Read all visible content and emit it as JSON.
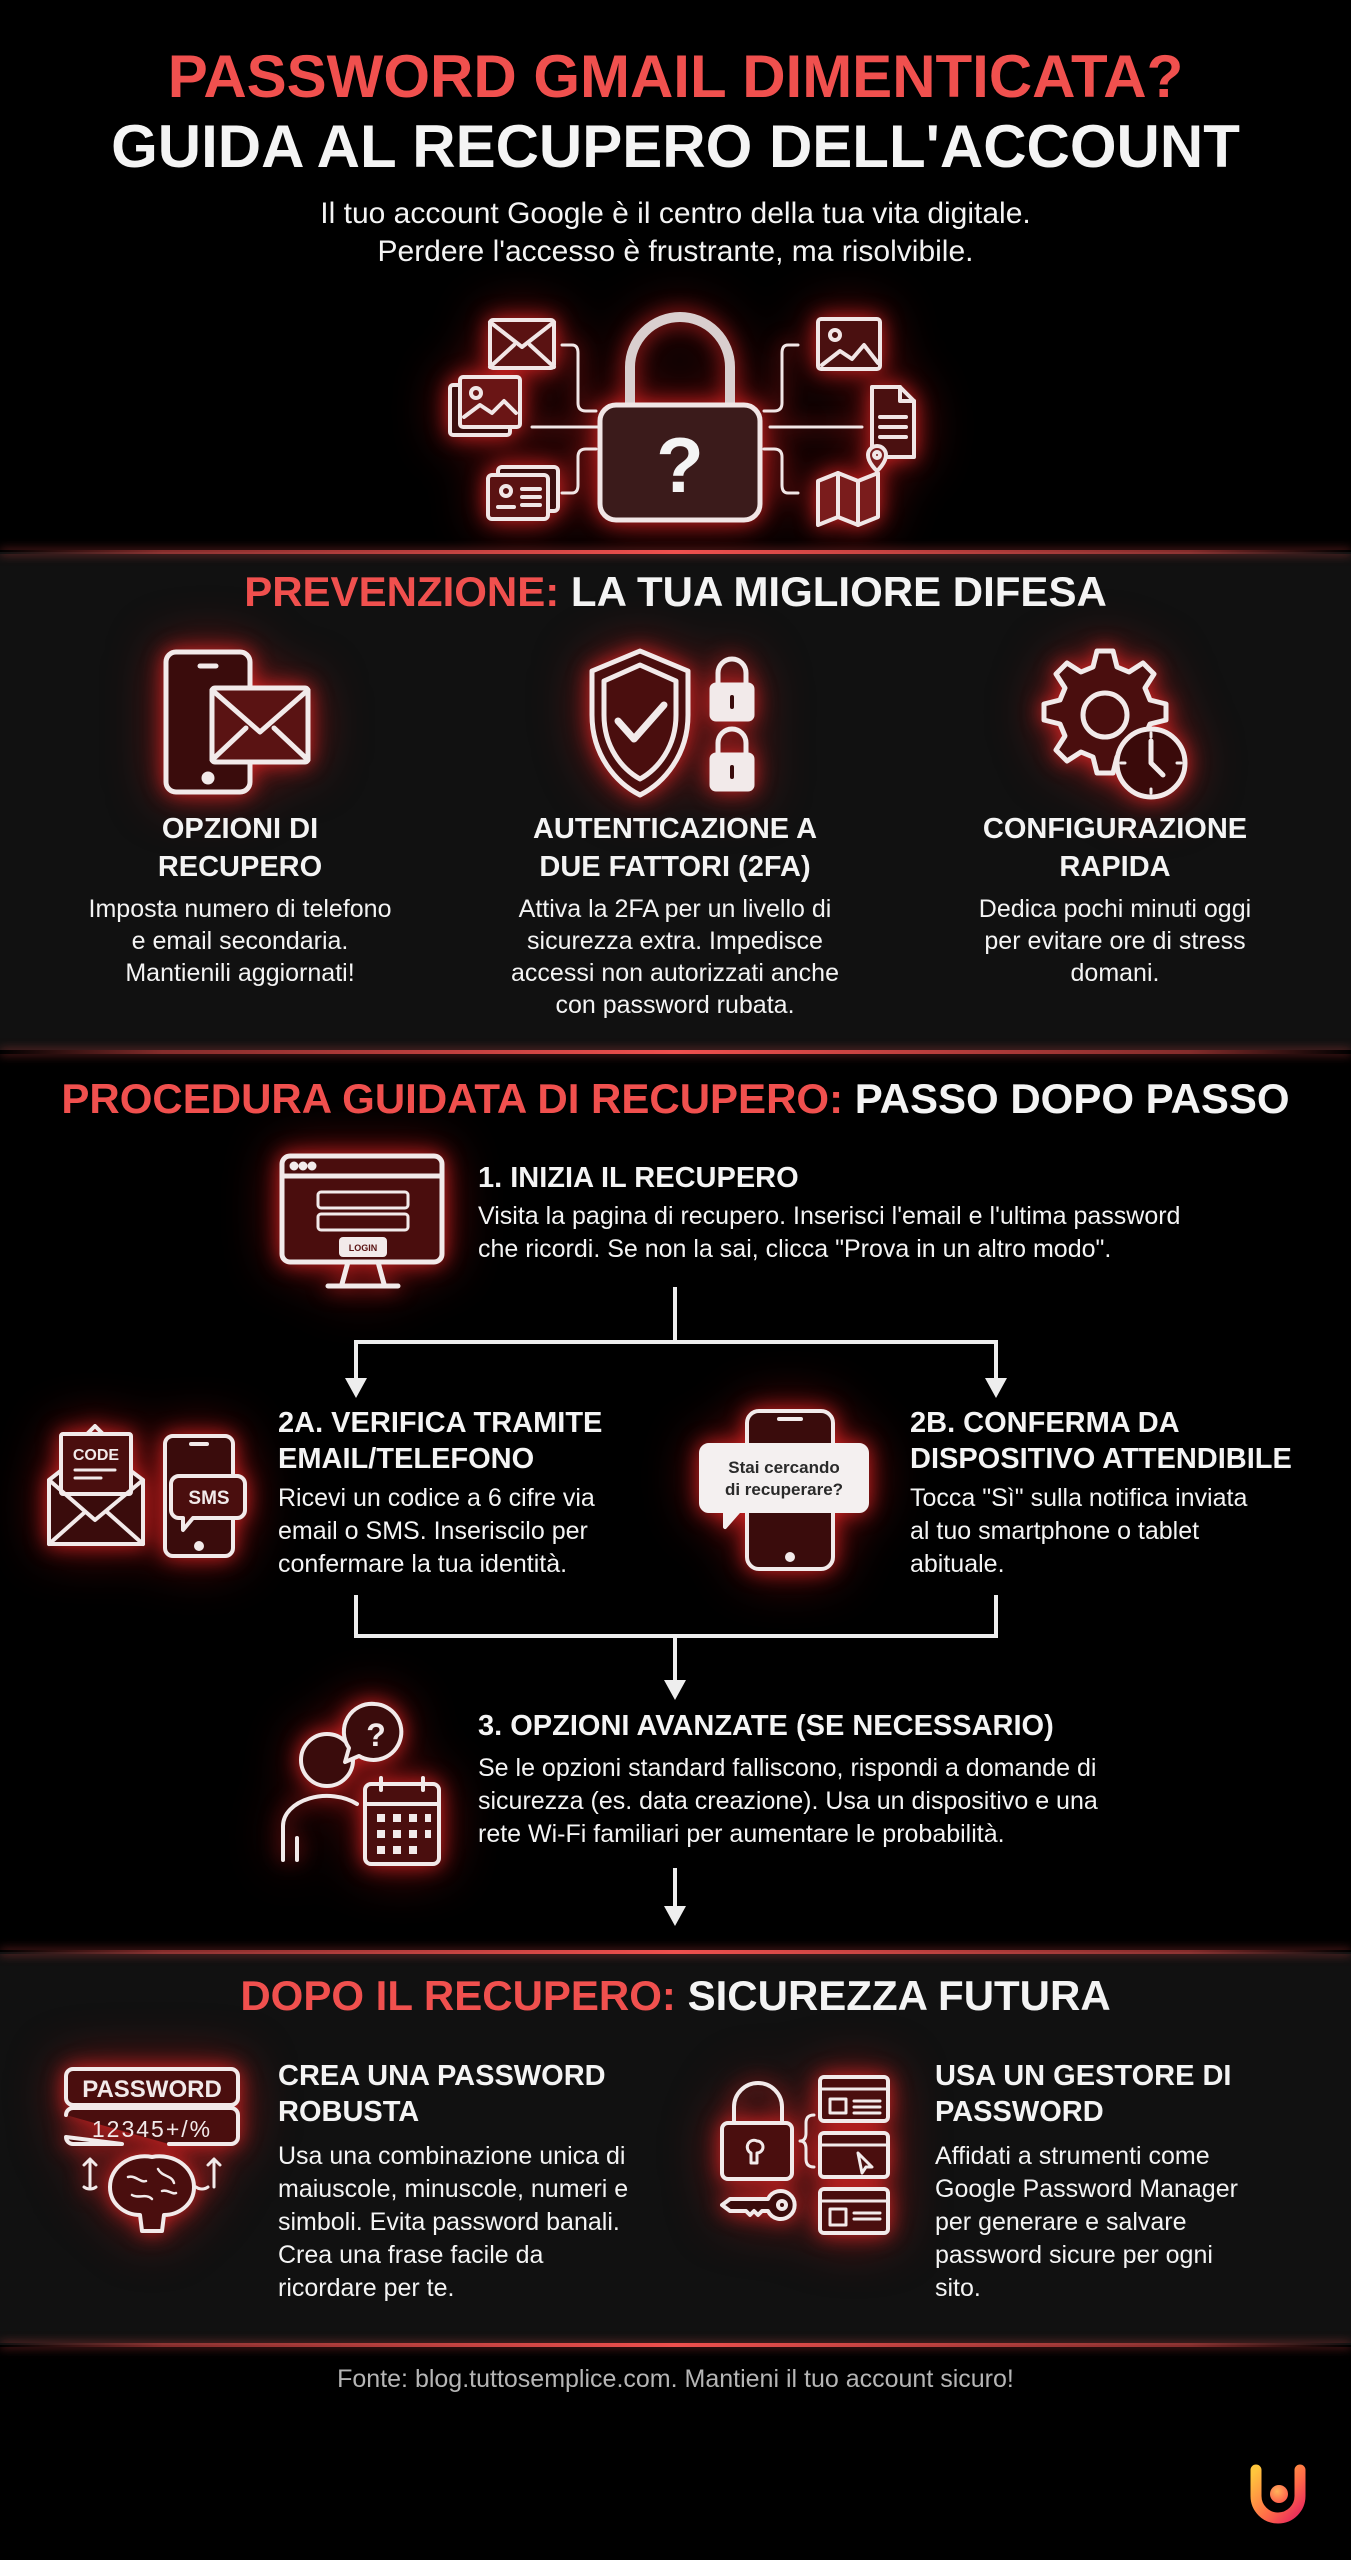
{
  "header": {
    "title_line1": "PASSWORD GMAIL DIMENTICATA?",
    "title_line2": "GUIDA AL RECUPERO DELL'ACCOUNT",
    "intro_line1": "Il tuo account Google è il centro della tua vita digitale.",
    "intro_line2": "Perdere l'accesso è frustrante, ma risolvibile.",
    "hero_icons": [
      "mail-icon",
      "photos-icon",
      "contact-card-icon",
      "padlock-question-icon",
      "image-icon",
      "document-icon",
      "map-pin-icon"
    ],
    "hero_question": "?"
  },
  "prevention": {
    "heading_red": "PREVENZIONE:",
    "heading_white": "LA TUA MIGLIORE DIFESA",
    "cards": [
      {
        "icon": "phone-mail-icon",
        "title_line1": "OPZIONI DI",
        "title_line2": "RECUPERO",
        "text": [
          "Imposta numero di telefono",
          "e email secondaria.",
          "Mantienili aggiornati!"
        ]
      },
      {
        "icon": "shield-check-locks-icon",
        "title_line1": "AUTENTICAZIONE A",
        "title_line2": "DUE FATTORI (2FA)",
        "text": [
          "Attiva la 2FA per un livello di",
          "sicurezza extra. Impedisce",
          "accessi non autorizzati anche",
          "con password rubata."
        ]
      },
      {
        "icon": "gear-clock-icon",
        "title_line1": "CONFIGURAZIONE",
        "title_line2": "RAPIDA",
        "text": [
          "Dedica pochi minuti oggi",
          "per evitare ore di stress",
          "domani."
        ]
      }
    ]
  },
  "procedure": {
    "heading_red": "PROCEDURA GUIDATA DI RECUPERO:",
    "heading_white": "PASSO DOPO PASSO",
    "step1": {
      "icon": "monitor-login-icon",
      "login_label": "LOGIN",
      "title": "1. INIZIA IL RECUPERO",
      "text": [
        "Visita la pagina di recupero. Inserisci l'email e l'ultima password",
        "che ricordi. Se non la sai, clicca \"Prova in un altro modo\"."
      ]
    },
    "step2a": {
      "icon": "email-code-sms-icon",
      "code_label": "CODE",
      "sms_label": "SMS",
      "title_line1": "2A. VERIFICA TRAMITE",
      "title_line2": "EMAIL/TELEFONO",
      "text": [
        "Ricevi un codice a 6 cifre via",
        "email o SMS. Inseriscilo per",
        "confermare la tua identità."
      ]
    },
    "step2b": {
      "icon": "phone-notification-icon",
      "bubble_line1": "Stai cercando",
      "bubble_line2": "di recuperare?",
      "title_line1": "2B. CONFERMA DA",
      "title_line2": "DISPOSITIVO ATTENDIBILE",
      "text": [
        "Tocca \"Sì\" sulla notifica inviata",
        "al tuo smartphone o tablet",
        "abituale."
      ]
    },
    "step3": {
      "icon": "user-question-calendar-icon",
      "title": "3. OPZIONI AVANZATE (SE NECESSARIO)",
      "text": [
        "Se le opzioni standard falliscono, rispondi a domande di",
        "sicurezza (es. data creazione). Usa un dispositivo e una",
        "rete Wi-Fi familiari per aumentare le probabilità."
      ]
    }
  },
  "after": {
    "heading_red": "DOPO IL RECUPERO:",
    "heading_white": "SICUREZZA FUTURA",
    "items": [
      {
        "icon": "password-brain-icon",
        "badge_word": "PASSWORD",
        "badge_chars": "12345+/%",
        "title_line1": "CREA UNA PASSWORD",
        "title_line2": "ROBUSTA",
        "text": [
          "Usa una combinazione unica di",
          "maiuscole, minuscole, numeri e",
          "simboli. Evita password banali.",
          "Crea una frase facile da",
          "ricordare per te."
        ]
      },
      {
        "icon": "lock-key-windows-icon",
        "title_line1": "USA UN GESTORE DI",
        "title_line2": "PASSWORD",
        "text": [
          "Affidati a strumenti come",
          "Google Password Manager",
          "per generare e salvare",
          "password sicure per ogni",
          "sito."
        ]
      }
    ]
  },
  "footer": {
    "source": "Fonte: blog.tuttosemplice.com. Mantieni il tuo account sicuro!",
    "logo": "tuttosemplice-logo-icon"
  },
  "colors": {
    "accent_red": "#f0504e",
    "background": "#000000",
    "section_band": "#111111",
    "text": "#f4f4f4",
    "glow": "#b81c1c"
  }
}
